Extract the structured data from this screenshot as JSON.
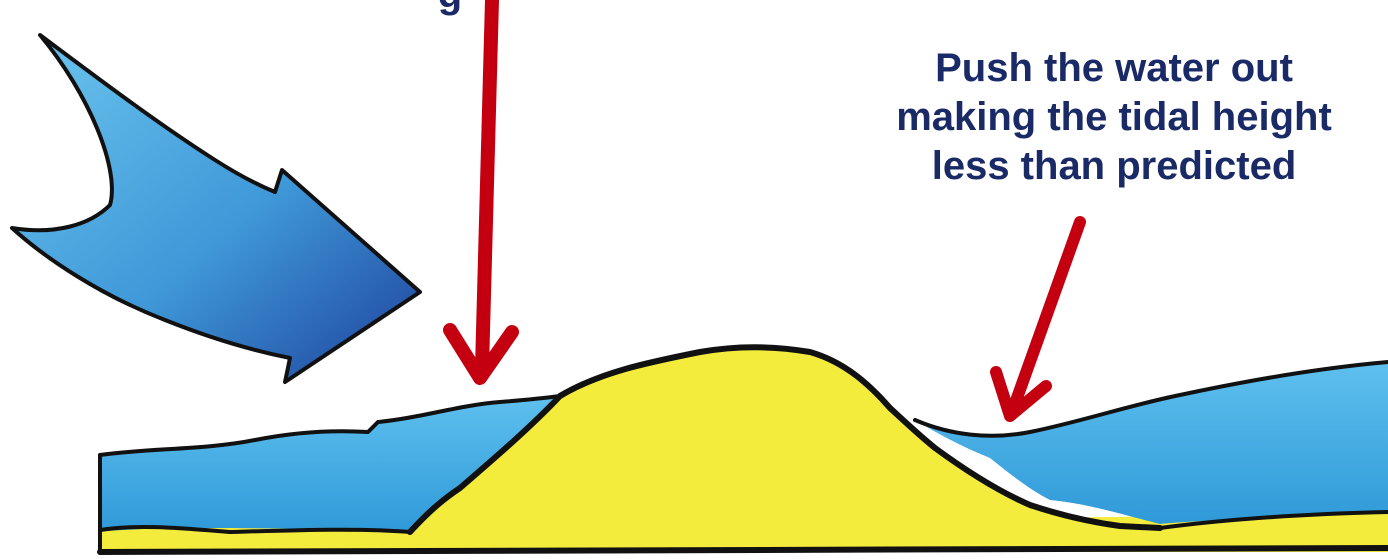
{
  "left_annotation": {
    "text": "g"
  },
  "right_annotation": {
    "lines": [
      "Push the water out",
      "making the tidal height",
      "less than predicted"
    ]
  },
  "colors": {
    "label_text": "#1a2a66",
    "pointer_arrows": "#c40010",
    "sea_water": "#3aa6e0",
    "sand": "#f4ec3c",
    "wind_arrow_light": "#5bbbe8",
    "wind_arrow_dark": "#1d3f9a",
    "outline": "#111111"
  },
  "icons": {
    "wind": "wind-arrow-icon",
    "pointer": "red-pointer-arrow-icon"
  }
}
